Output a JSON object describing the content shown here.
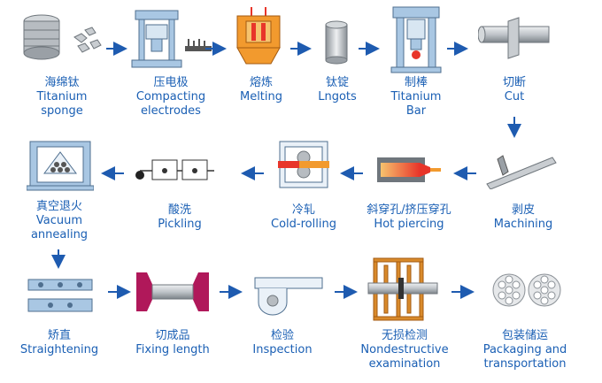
{
  "colors": {
    "text": "#1a5fb4",
    "arrow": "#1e5bb0",
    "metal_light": "#e6e8ea",
    "metal_mid": "#b7bcc1",
    "metal_dark": "#6f767c",
    "machine_blue": "#a9c7e3",
    "machine_outline": "#4f6f8f",
    "hot": "#e8352a",
    "orange": "#f29a2e",
    "magenta": "#b0185a",
    "wood": "#d98a2b"
  },
  "steps": [
    {
      "cn": "海绵钛",
      "en": "Titanium sponge",
      "en2": "sponge",
      "en1": "Titanium",
      "icon": "sponge-icon"
    },
    {
      "cn": "压电极",
      "en1": "Compacting",
      "en2": "electrodes",
      "icon": "press-icon"
    },
    {
      "cn": "熔炼",
      "en1": "Melting",
      "en2": "",
      "icon": "furnace-icon"
    },
    {
      "cn": "钛锭",
      "en1": "Lngots",
      "en2": "",
      "icon": "ingot-icon"
    },
    {
      "cn": "制棒",
      "en1": "Titanium",
      "en2": "Bar",
      "icon": "forge-icon"
    },
    {
      "cn": "切断",
      "en1": "Cut",
      "en2": "",
      "icon": "saw-icon"
    },
    {
      "cn": "剥皮",
      "en1": "Machining",
      "en2": "",
      "icon": "lathe-icon"
    },
    {
      "cn": "斜穿孔/挤压穿孔",
      "en1": "Hot piercing",
      "en2": "",
      "icon": "piercing-icon"
    },
    {
      "cn": "冷轧",
      "en1": "Cold-rolling",
      "en2": "",
      "icon": "rolling-icon"
    },
    {
      "cn": "酸洗",
      "en1": "Pickling",
      "en2": "",
      "icon": "pickling-icon"
    },
    {
      "cn": "真空退火",
      "en1": "Vacuum",
      "en2": "annealing",
      "icon": "annealing-icon"
    },
    {
      "cn": "矫直",
      "en1": "Straightening",
      "en2": "",
      "icon": "straightener-icon"
    },
    {
      "cn": "切成品",
      "en1": "Fixing length",
      "en2": "",
      "icon": "cut-length-icon"
    },
    {
      "cn": "检验",
      "en1": "Inspection",
      "en2": "",
      "icon": "inspection-icon"
    },
    {
      "cn": "无损检测",
      "en1": "Nondestructive",
      "en2": "examination",
      "icon": "ndt-icon"
    },
    {
      "cn": "包装储运",
      "en1": "Packaging and",
      "en2": "transportation",
      "icon": "packaging-icon"
    }
  ]
}
